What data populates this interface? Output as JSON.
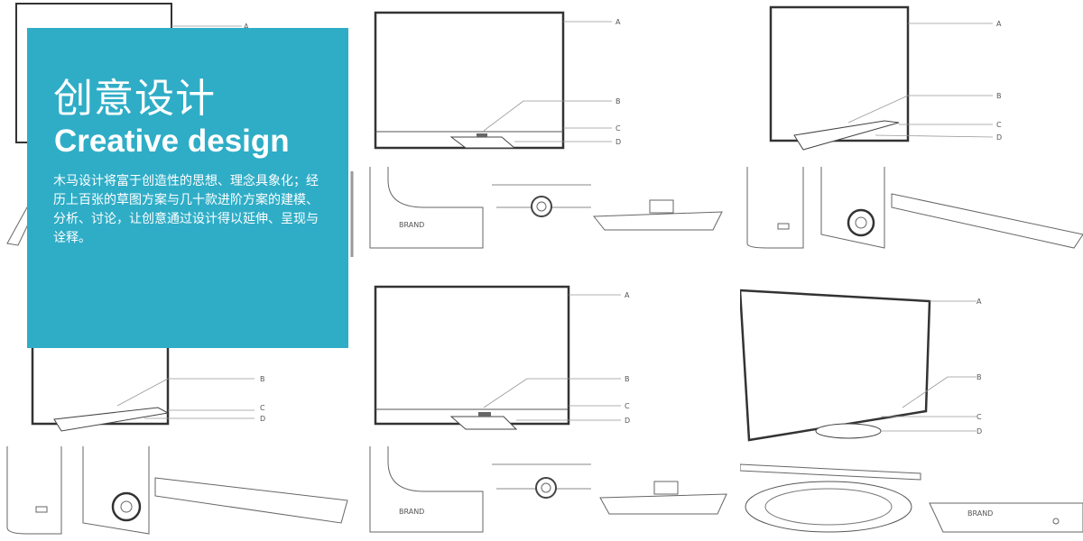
{
  "panel": {
    "title_cn": "创意设计",
    "title_en": "Creative design",
    "description": "木马设计将富于创造性的思想、理念具象化；经历上百张的草图方案与几十款进阶方案的建模、分析、讨论，让创意通过设计得以延伸、呈现与诠释。"
  },
  "callouts": {
    "a": "A",
    "b": "B",
    "c": "C",
    "d": "D"
  },
  "brand_text": "BRAND",
  "colors": {
    "panel_bg": "#2fadc7",
    "line": "#333333",
    "label": "#555555"
  }
}
